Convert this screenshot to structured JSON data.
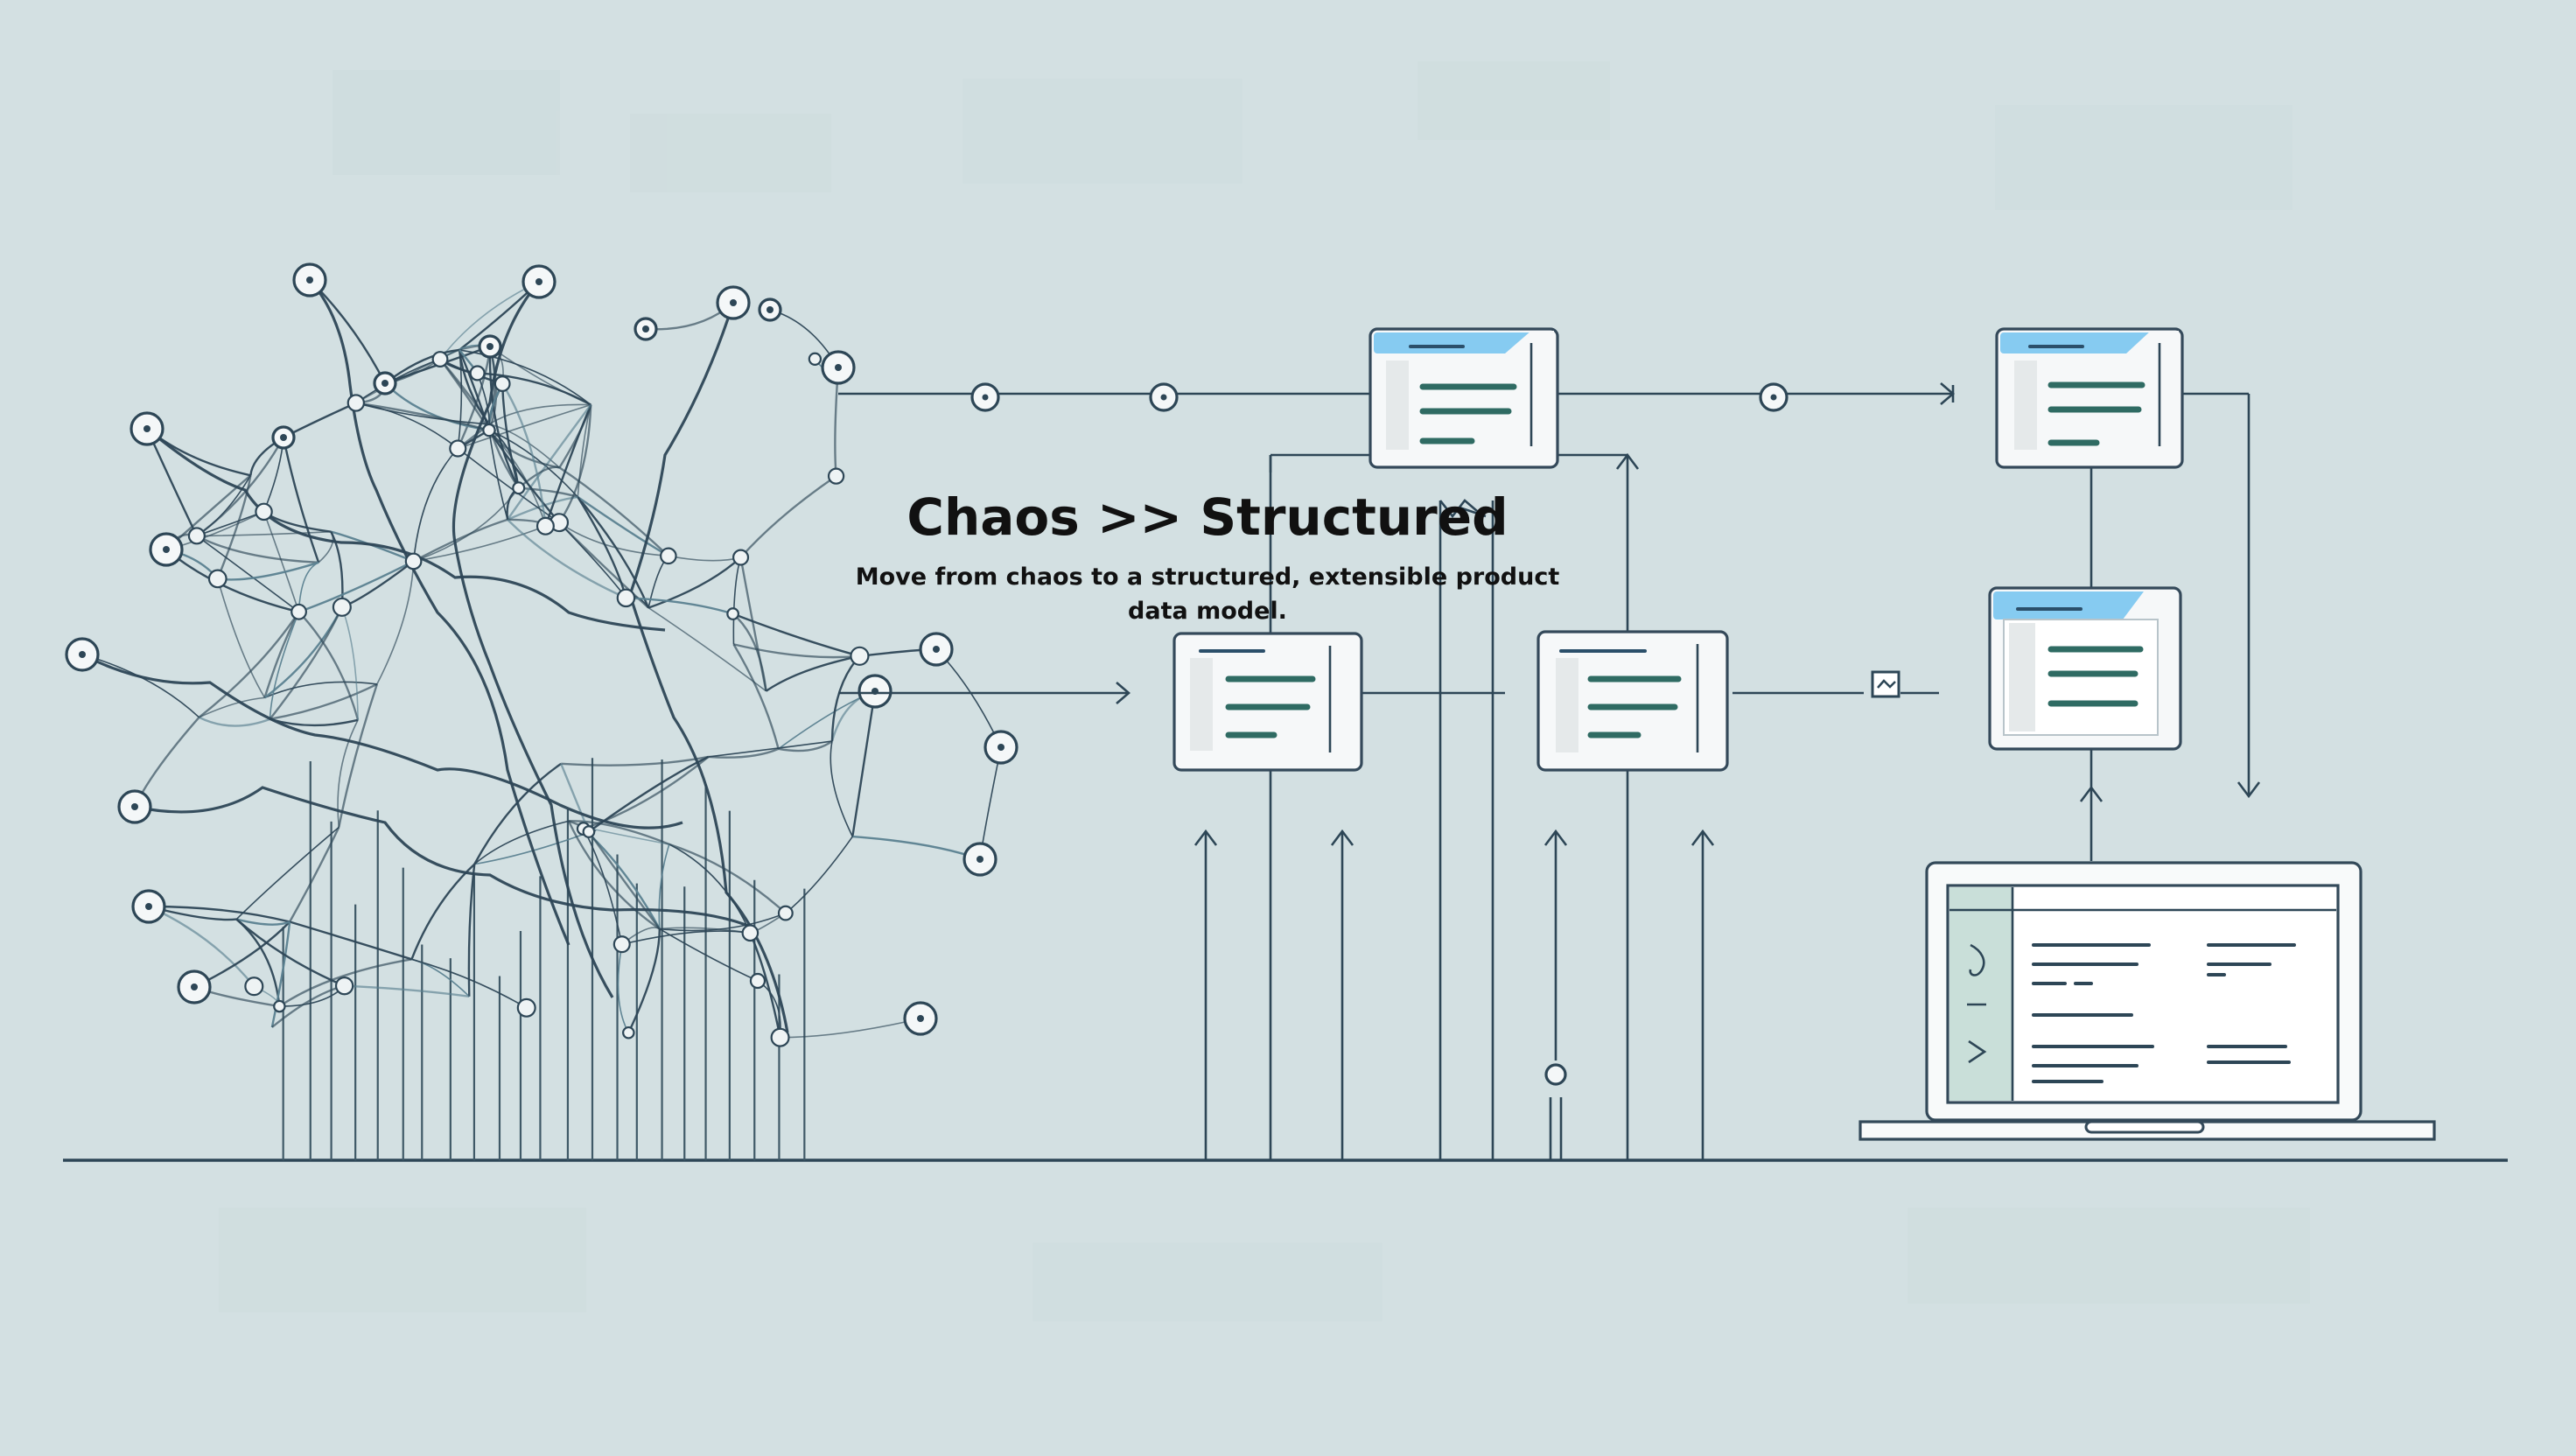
{
  "diagram": {
    "title": "Chaos >> Structured",
    "subtitle": "Move from chaos to a structured, extensible product data model.",
    "colors": {
      "background": "#d3e0e2",
      "ink": "#2d4656",
      "card_header": "#7fc8f0",
      "card_lines": "#2f6b63"
    },
    "icons": {
      "chaos_network": "tangled-node-network",
      "structured_cards": "data-card-icon",
      "device": "laptop-icon"
    }
  }
}
